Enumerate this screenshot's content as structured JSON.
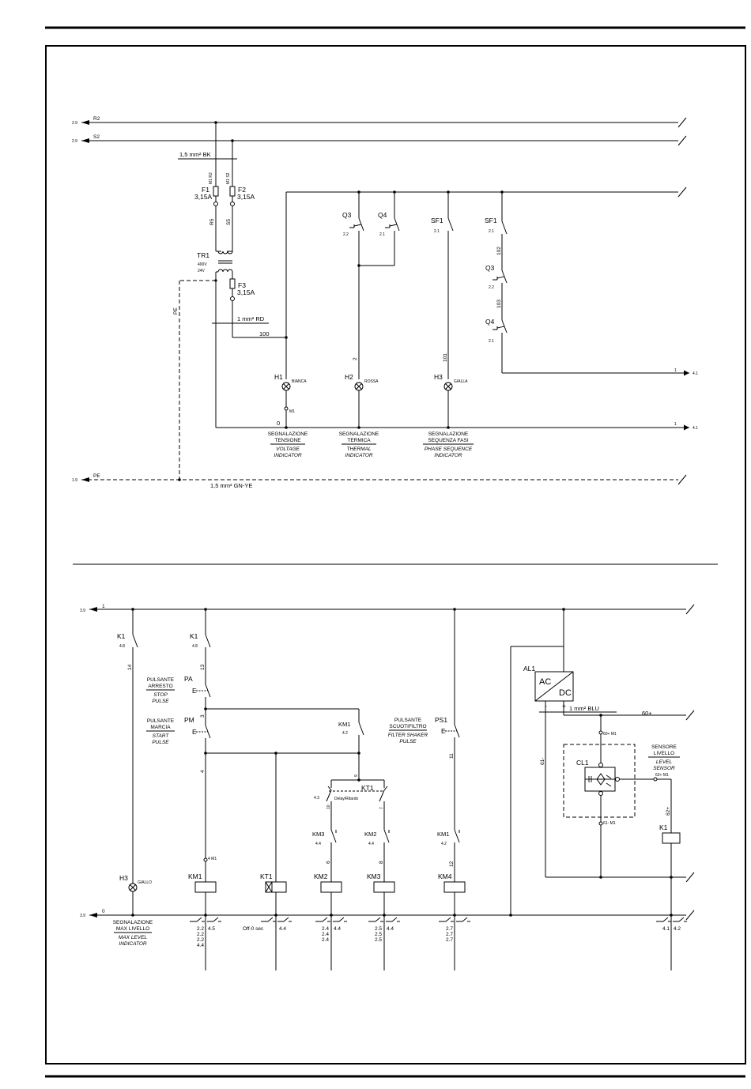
{
  "diagram": {
    "upper": {
      "bus_refs": {
        "r2_ref": "2.9",
        "r2_label": "R2",
        "s2_ref": "2.9",
        "s2_label": "S2",
        "pe_ref": "1.9",
        "pe_label": "PE"
      },
      "cable_bk": "1,5 mm² BK",
      "cable_rd": "1 mm² RD",
      "cable_gnye": "1,5 mm² GN-YE",
      "f1": {
        "name": "F1",
        "rating": "3,15A",
        "m": "M1 R2"
      },
      "f2": {
        "name": "F2",
        "rating": "3,15A",
        "m": "M1 S2"
      },
      "f3": {
        "name": "F3",
        "rating": "3,15A"
      },
      "tr1": {
        "name": "TR1",
        "v1": "400V",
        "v2": "24V"
      },
      "wire_r5": "R5",
      "wire_s5": "S5",
      "wire_pe": "PE",
      "wire_100": "100",
      "wire_0": "0",
      "wire_2": "2",
      "wire_101": "101",
      "wire_102": "102",
      "wire_103": "103",
      "q3": {
        "name": "Q3",
        "ref": "2.2"
      },
      "q4": {
        "name": "Q4",
        "ref": "2.1"
      },
      "sf1": {
        "name": "SF1",
        "ref": "2.1"
      },
      "sf1b": {
        "name": "SF1",
        "ref": "2.1"
      },
      "q3b": {
        "name": "Q3",
        "ref": "2.2"
      },
      "q4b": {
        "name": "Q4",
        "ref": "2.1"
      },
      "h1": {
        "name": "H1",
        "color": "BIANCA",
        "m": "M1"
      },
      "h2": {
        "name": "H2",
        "color": "ROSSA"
      },
      "h3": {
        "name": "H3",
        "color": "GIALLA"
      },
      "out1": {
        "num": "1",
        "ref": "4.1"
      },
      "out2": {
        "num": "1",
        "ref": "4.1"
      },
      "cap_h1": [
        "SEGNALAZIONE",
        "TENSIONE",
        "VOLTAGE",
        "INDICATOR"
      ],
      "cap_h2": [
        "SEGNALAZIONE",
        "TERMICA",
        "THERMAL",
        "INDICATOR"
      ],
      "cap_h3": [
        "SEGNALAZIONE",
        "SEQUENZA FASI",
        "PHASE SEQUENCE",
        "INDICATOR"
      ]
    },
    "lower": {
      "bus_top": {
        "ref": "3.9",
        "num": "1"
      },
      "bus_bot": {
        "ref": "3.9",
        "num": "0"
      },
      "k1a": {
        "name": "K1",
        "ref": "4.8"
      },
      "k1b": {
        "name": "K1",
        "ref": "4.8"
      },
      "wire_14": "14",
      "wire_13": "13",
      "wire_3": "3",
      "wire_4": "4",
      "wire_9": "9",
      "wire_11": "11",
      "wire_12": "12",
      "wire_7": "7",
      "wire_6": "6",
      "wire_8": "8",
      "wire_10": "10",
      "wire_61": "61-",
      "wire_62": "62+",
      "pa": {
        "name": "PA",
        "cap": [
          "PULSANTE",
          "ARRESTO",
          "STOP",
          "PULSE"
        ]
      },
      "pm": {
        "name": "PM",
        "cap": [
          "PULSANTE",
          "MARCIA",
          "START",
          "PULSE"
        ]
      },
      "ps1": {
        "name": "PS1",
        "cap": [
          "PULSANTE",
          "SCUOTIFILTRO",
          "FILTER SHAKER",
          "PULSE"
        ]
      },
      "km1c": {
        "name": "KM1",
        "ref": "4.2"
      },
      "kt1c": {
        "name": "KT1",
        "delay": "Delay/Ritardo",
        "ref": "4.3"
      },
      "km3c": {
        "name": "KM3",
        "ref": "4.4"
      },
      "km2c": {
        "name": "KM2",
        "ref": "4.4"
      },
      "km1d": {
        "name": "KM1",
        "ref": "4.2"
      },
      "al1": {
        "name": "AL1",
        "ac": "AC",
        "dc": "DC",
        "minus": "-",
        "plus": "+"
      },
      "cable_blu": "1 mm² BLU",
      "out_60": "60+",
      "cl1": {
        "name": "CL1"
      },
      "sensor_cap": [
        "SENSORE",
        "LIVELLO",
        "LEVEL",
        "SENSOR"
      ],
      "term_60": "60+ M1",
      "term_61": "61- M1",
      "term_62": "62+ M1",
      "h3": {
        "name": "H3",
        "color": "GIALLO"
      },
      "cap_h3": [
        "SEGNALAZIONE",
        "MAX LIVELLO",
        "MAX LEVEL",
        "INDICATOR"
      ],
      "m1_term": "4 M1",
      "coils": {
        "km1": "KM1",
        "kt1": "KT1",
        "km2": "KM2",
        "km3": "KM3",
        "km4": "KM4",
        "k1": "K1"
      },
      "refs": {
        "km1": [
          "2.2",
          "2.2",
          "2.2",
          "4.4"
        ],
        "km1_right": "4.5",
        "kt1": "Off-0 sec",
        "kt1_right": "4.4",
        "km2": [
          "2.4",
          "2.4",
          "2.4"
        ],
        "km2_right": "4.4",
        "km3": [
          "2.5",
          "2.5",
          "2.5"
        ],
        "km3_right": "4.4",
        "km4": [
          "2.7",
          "2.7",
          "2.7"
        ],
        "k1": "4.1",
        "k1_right": "4.2"
      }
    }
  }
}
